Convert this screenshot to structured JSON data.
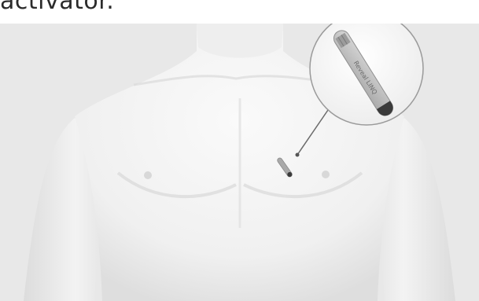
{
  "caption": {
    "text": "activator."
  },
  "illustration": {
    "subject": "torso-with-implanted-device",
    "device_label": "Reveal LINQ",
    "colors": {
      "background": "#e8e8e8",
      "skin": "#f4f4f4",
      "skin_shadow": "#d9d9d9",
      "device_body": "#bdbdbd",
      "device_tip": "#3a3a3a",
      "magnifier_ring": "#9a9a9a",
      "leader_line": "#6b6b6b"
    }
  }
}
